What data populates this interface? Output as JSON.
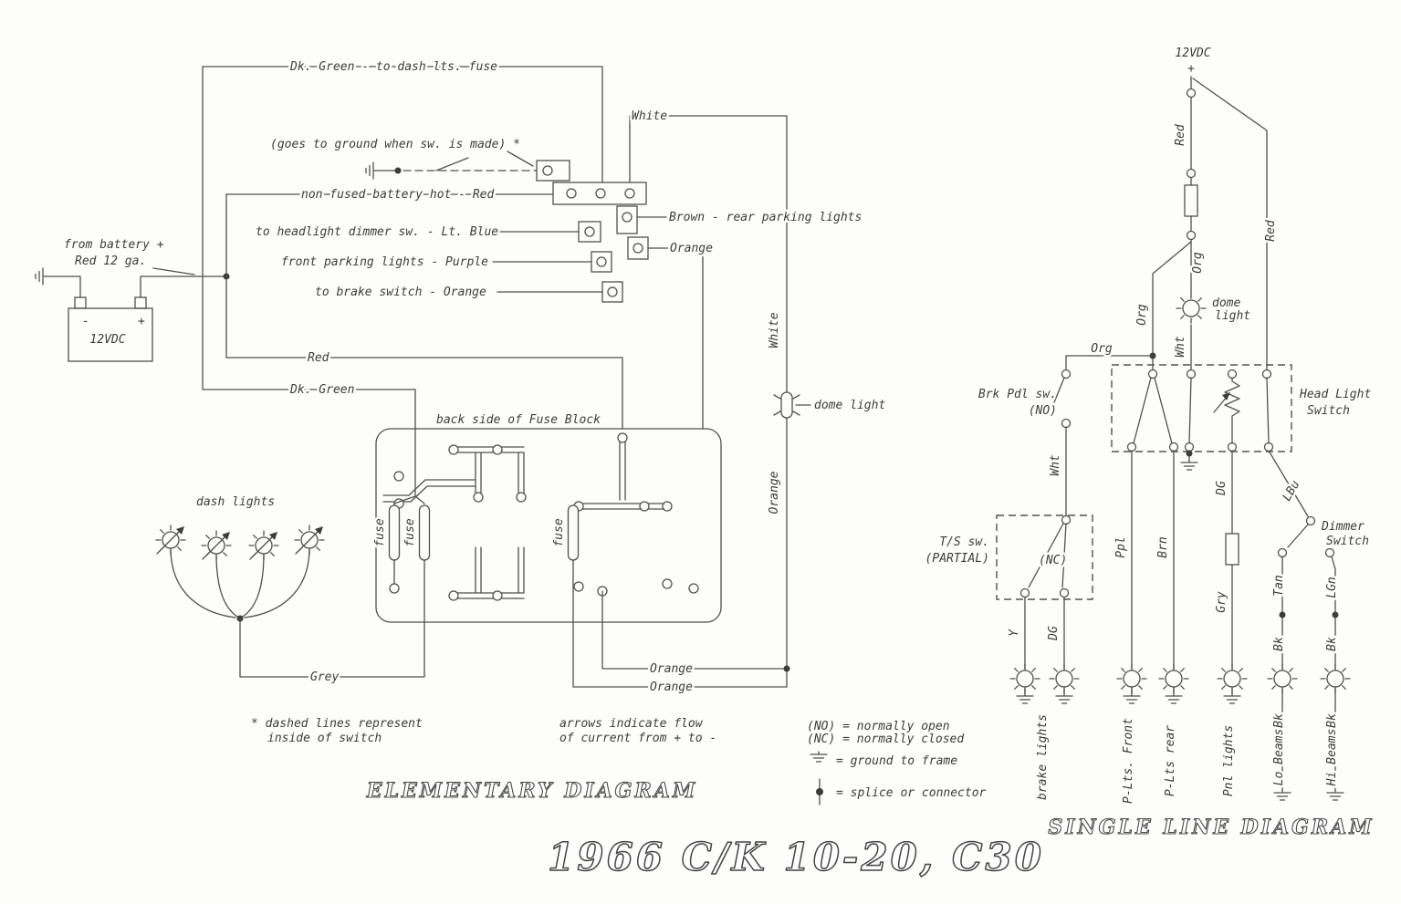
{
  "main_title": "1966 C/K 10-20, C30",
  "elementary": {
    "title": "ELEMENTARY DIAGRAM",
    "wire_labels": {
      "dk_green_top": "Dk. Green - to dash lts. fuse",
      "white_top": "White",
      "ground_note": "(goes to ground when sw. is made) *",
      "non_fused": "non fused battery hot - Red",
      "brown_rear": "Brown - rear parking lights",
      "dimmer": "to headlight dimmer sw. - Lt. Blue",
      "orange_stub": "Orange",
      "front_parking": "front parking lights - Purple",
      "brake_switch": "to brake switch - Orange",
      "red_mid": "Red",
      "dk_green_mid": "Dk. Green",
      "white_vert": "White",
      "orange_vert": "Orange",
      "grey": "Grey",
      "orange_bot1": "Orange",
      "orange_bot2": "Orange"
    },
    "battery": {
      "callout_line1": "from battery +",
      "callout_line2": "Red 12 ga.",
      "label": "12VDC",
      "minus": "-",
      "plus": "+"
    },
    "fuse_block": {
      "caption": "back side of Fuse Block",
      "fuse1": "fuse",
      "fuse2": "fuse",
      "fuse3": "fuse"
    },
    "dash_lights_label": "dash lights",
    "dome_light_label": "dome light",
    "notes": {
      "dashed1": "* dashed lines represent",
      "dashed2": "inside of switch",
      "arrows1": "arrows indicate flow",
      "arrows2": "of current from + to -"
    }
  },
  "legend": {
    "no": "(NO) = normally open",
    "nc": "(NC) = normally closed",
    "ground": "= ground to frame",
    "splice": "= splice or connector"
  },
  "single_line": {
    "title": "SINGLE LINE DIAGRAM",
    "source": {
      "volt": "12VDC",
      "plus": "+"
    },
    "wire_labels": {
      "red_main": "Red",
      "red_right": "Red",
      "org_main": "Org",
      "org_branch": "Org",
      "org_horiz": "Org",
      "wht_dome": "Wht",
      "wht_brk": "Wht",
      "dg_panel": "DG",
      "gry": "Gry",
      "lbu": "LBu",
      "ppl": "Ppl",
      "brn": "Brn",
      "y": "Y",
      "dg_brake": "DG",
      "tan": "Tan",
      "lgn": "LGn",
      "bk_lo_top": "Bk",
      "bk_hi_top": "Bk",
      "bk_lo_bot": "Bk",
      "bk_hi_bot": "Bk"
    },
    "dome_light": {
      "line1": "dome",
      "line2": "light"
    },
    "brk_pdl": {
      "line1": "Brk Pdl sw.",
      "line2": "(NO)"
    },
    "headlight_switch": {
      "line1": "Head Light",
      "line2": "Switch"
    },
    "dimmer_switch": {
      "line1": "Dimmer",
      "line2": "Switch"
    },
    "ts_switch": {
      "line1": "T/S sw.",
      "line2": "(PARTIAL)",
      "nc": "(NC)"
    },
    "loads": {
      "brake": "brake lights",
      "p_front": "P-Lts. Front",
      "p_rear": "P-Lts rear",
      "panel": "Pnl lights",
      "lo": "Lo Beams",
      "hi": "Hi Beams"
    }
  }
}
